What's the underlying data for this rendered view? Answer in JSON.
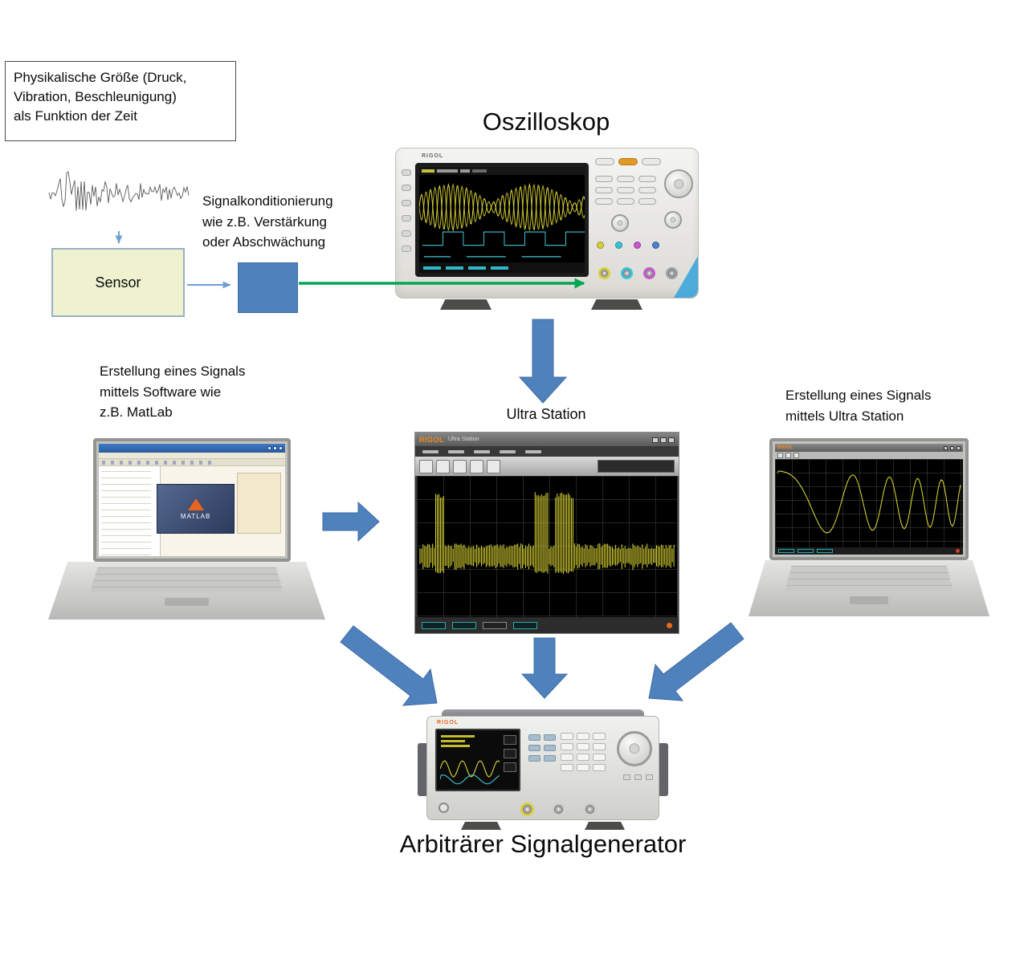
{
  "labels": {
    "physical_box": "Physikalische Größe (Druck,\nVibration, Beschleunigung)\nals Funktion der Zeit",
    "sensor": "Sensor",
    "conditioning": "Signalkonditionierung\nwie z.B. Verstärkung\noder Abschwächung",
    "oscilloscope": "Oszilloskop",
    "matlab_note": "Erstellung eines Signals\nmittels Software wie\nz.B. MatLab",
    "ultra_station": "Ultra Station",
    "ultra_station_note": "Erstellung eines  Signals\nmittels  Ultra Station",
    "generator": "Arbiträrer Signalgenerator"
  },
  "devices": {
    "brand": "RIGOL",
    "ultra_station_title": "Ultra Station",
    "matlab_logo_text": "MATLAB"
  },
  "icons": {
    "arrow_block": "block-arrow",
    "arrow_thin": "thin-arrow"
  },
  "colors": {
    "arrow_blue": "#4f81bd",
    "conditioning_box_blue": "#4f81bd",
    "sensor_fill": "#eef2cf",
    "signal_yellow": "#e3dc35",
    "arrow_green": "#00a651"
  }
}
